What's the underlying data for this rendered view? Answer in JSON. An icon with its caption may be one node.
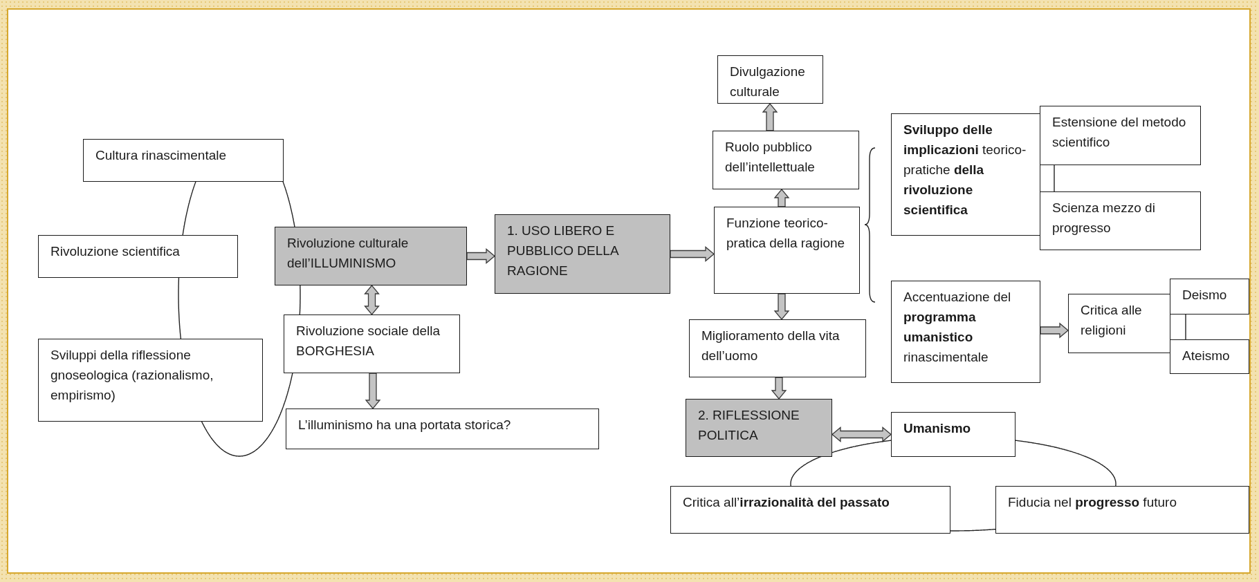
{
  "diagram": {
    "nodes": [
      {
        "text": [
          "Cultura rinascimentale"
        ]
      },
      {
        "text": [
          "Rivoluzione scientifica"
        ]
      },
      {
        "text": [
          "Sviluppi della riflessione gnoseologica (razionalismo, empirismo)"
        ]
      },
      {
        "text": [
          "Rivoluzione culturale dell’ILLUMINISMO"
        ]
      },
      {
        "text": [
          "Rivoluzione sociale della BORGHESIA"
        ]
      },
      {
        "text": [
          "L’illuminismo ha una portata storica?"
        ]
      },
      {
        "text": [
          "1. USO LIBERO E PUBBLICO DELLA RAGIONE"
        ]
      },
      {
        "text": [
          "Divulgazione culturale"
        ]
      },
      {
        "text": [
          "Ruolo pubblico dell’intellettuale"
        ]
      },
      {
        "text": [
          "Funzione teorico-pratica della ragione"
        ]
      },
      {
        "text": [
          "Miglioramento della vita dell’uomo"
        ]
      },
      {
        "text": [
          "**Sviluppo delle implicazioni** teorico- pratiche **della rivoluzione scientifica**"
        ]
      },
      {
        "text": [
          "Estensione del metodo scientifico"
        ]
      },
      {
        "text": [
          "Scienza mezzo di progresso"
        ]
      },
      {
        "text": [
          "Accentuazione del **programma umanistico** rinascimentale"
        ]
      },
      {
        "text": [
          "Critica alle religioni"
        ]
      },
      {
        "text": [
          "Deismo"
        ]
      },
      {
        "text": [
          "Ateismo"
        ]
      },
      {
        "text": [
          "2. RIFLESSIONE POLITICA"
        ]
      },
      {
        "text": [
          "Umanismo"
        ]
      },
      {
        "text": [
          "Critica all’**irrazionalità del passato**"
        ]
      },
      {
        "text": [
          "Fiducia nel **progresso** futuro"
        ]
      }
    ],
    "edges": [
      {
        "from": 0,
        "to": 1,
        "arrow": "none"
      },
      {
        "from": 1,
        "to": 2,
        "arrow": "none"
      },
      {
        "from": 2,
        "to": 4,
        "arrow": "none"
      },
      {
        "from": 4,
        "to": 3,
        "arrow": "none"
      },
      {
        "from": 3,
        "to": 0,
        "arrow": "none"
      },
      {
        "from": 3,
        "to": 6,
        "arrow": "to"
      },
      {
        "from": 3,
        "to": 4,
        "arrow": "both"
      },
      {
        "from": 4,
        "to": 5,
        "arrow": "to"
      },
      {
        "from": 6,
        "to": 9,
        "arrow": "to"
      },
      {
        "from": 9,
        "to": 8,
        "arrow": "to"
      },
      {
        "from": 8,
        "to": 7,
        "arrow": "to"
      },
      {
        "from": 9,
        "to": 10,
        "arrow": "to"
      },
      {
        "from": 10,
        "to": 18,
        "arrow": "to"
      },
      {
        "from": 18,
        "to": 19,
        "arrow": "both"
      },
      {
        "from": 12,
        "to": 13,
        "arrow": "none"
      },
      {
        "from": 14,
        "to": 15,
        "arrow": "to"
      },
      {
        "from": 16,
        "to": 17,
        "arrow": "none"
      },
      {
        "from": 19,
        "to": 20,
        "arrow": "none"
      },
      {
        "from": 19,
        "to": 21,
        "arrow": "none"
      },
      {
        "from": 20,
        "to": 21,
        "arrow": "none"
      }
    ]
  }
}
